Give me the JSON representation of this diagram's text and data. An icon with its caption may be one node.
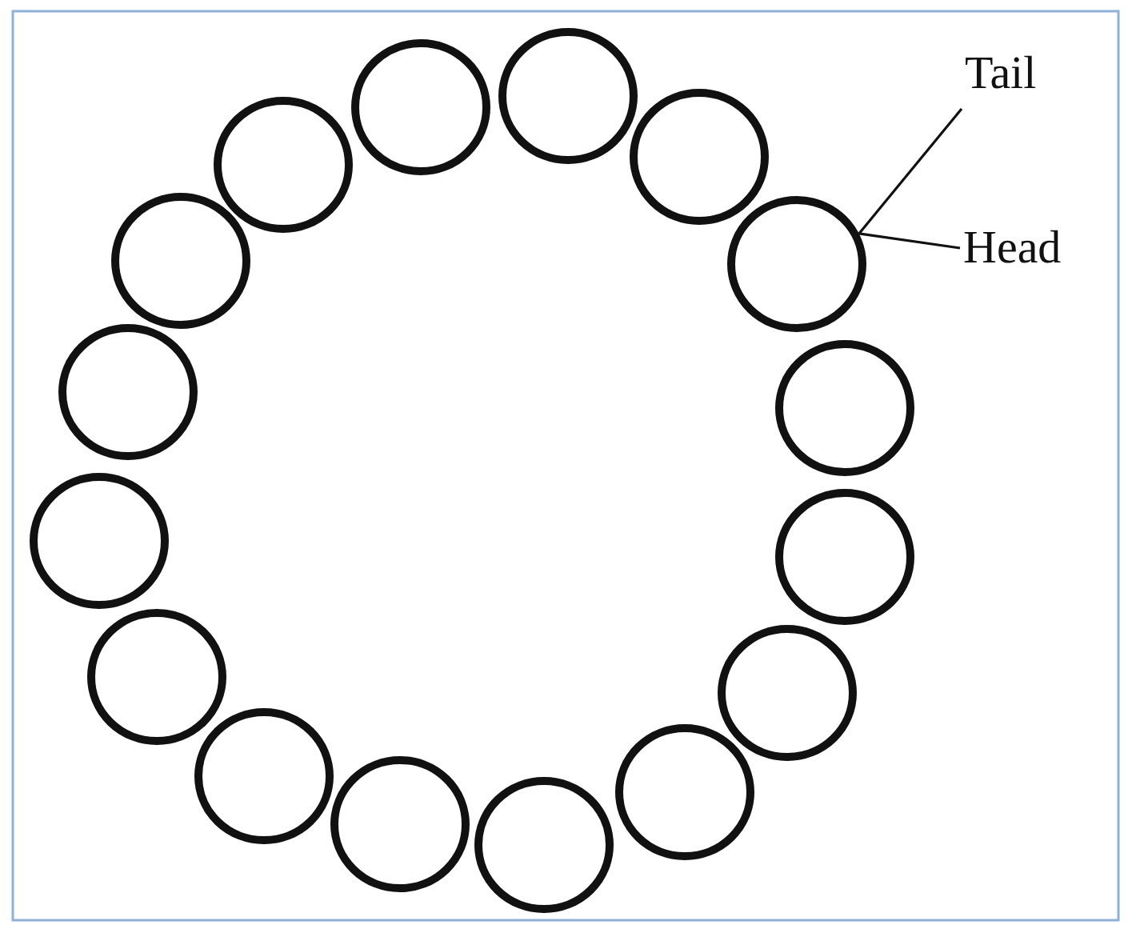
{
  "diagram": {
    "nodes": [
      {
        "text": [
          "Tail"
        ]
      },
      {
        "text": [
          "Head"
        ]
      },
      {
        "text": [],
        "shape": "circle"
      }
    ],
    "edges": [
      {
        "from": 0,
        "to": 2,
        "arrow": "none"
      },
      {
        "from": 1,
        "to": 2,
        "arrow": "none"
      }
    ]
  }
}
